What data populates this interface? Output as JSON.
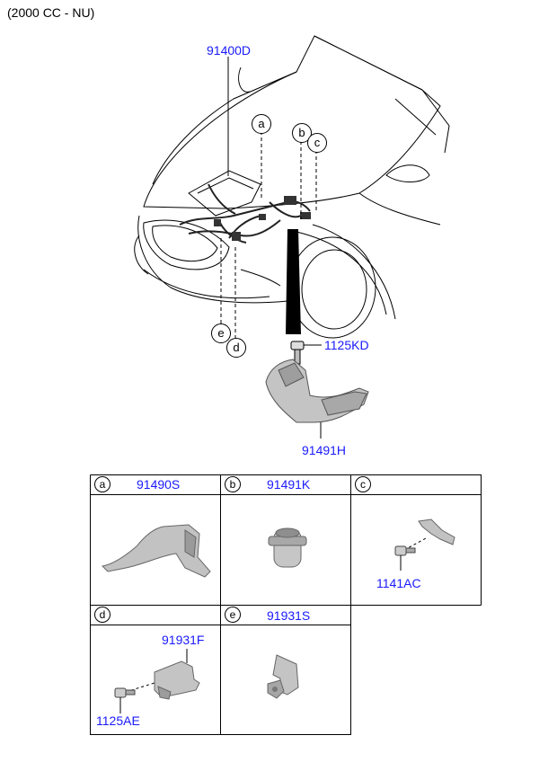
{
  "header": {
    "variant": "(2000 CC - NU)"
  },
  "main_diagram": {
    "parts": {
      "harness": "91400D",
      "bolt": "1125KD",
      "bracket": "91491H"
    },
    "callouts": [
      "a",
      "b",
      "c",
      "d",
      "e"
    ]
  },
  "table": {
    "cells": [
      {
        "letter": "a",
        "part": "91490S",
        "sub_parts": []
      },
      {
        "letter": "b",
        "part": "91491K",
        "sub_parts": []
      },
      {
        "letter": "c",
        "part": "",
        "sub_parts": [
          "1141AC"
        ]
      },
      {
        "letter": "d",
        "part": "",
        "sub_parts": [
          "91931F",
          "1125AE"
        ]
      },
      {
        "letter": "e",
        "part": "91931S",
        "sub_parts": []
      }
    ]
  },
  "colors": {
    "link": "#1a1aff",
    "line": "#000000",
    "part_fill": "#bdbdbd"
  }
}
